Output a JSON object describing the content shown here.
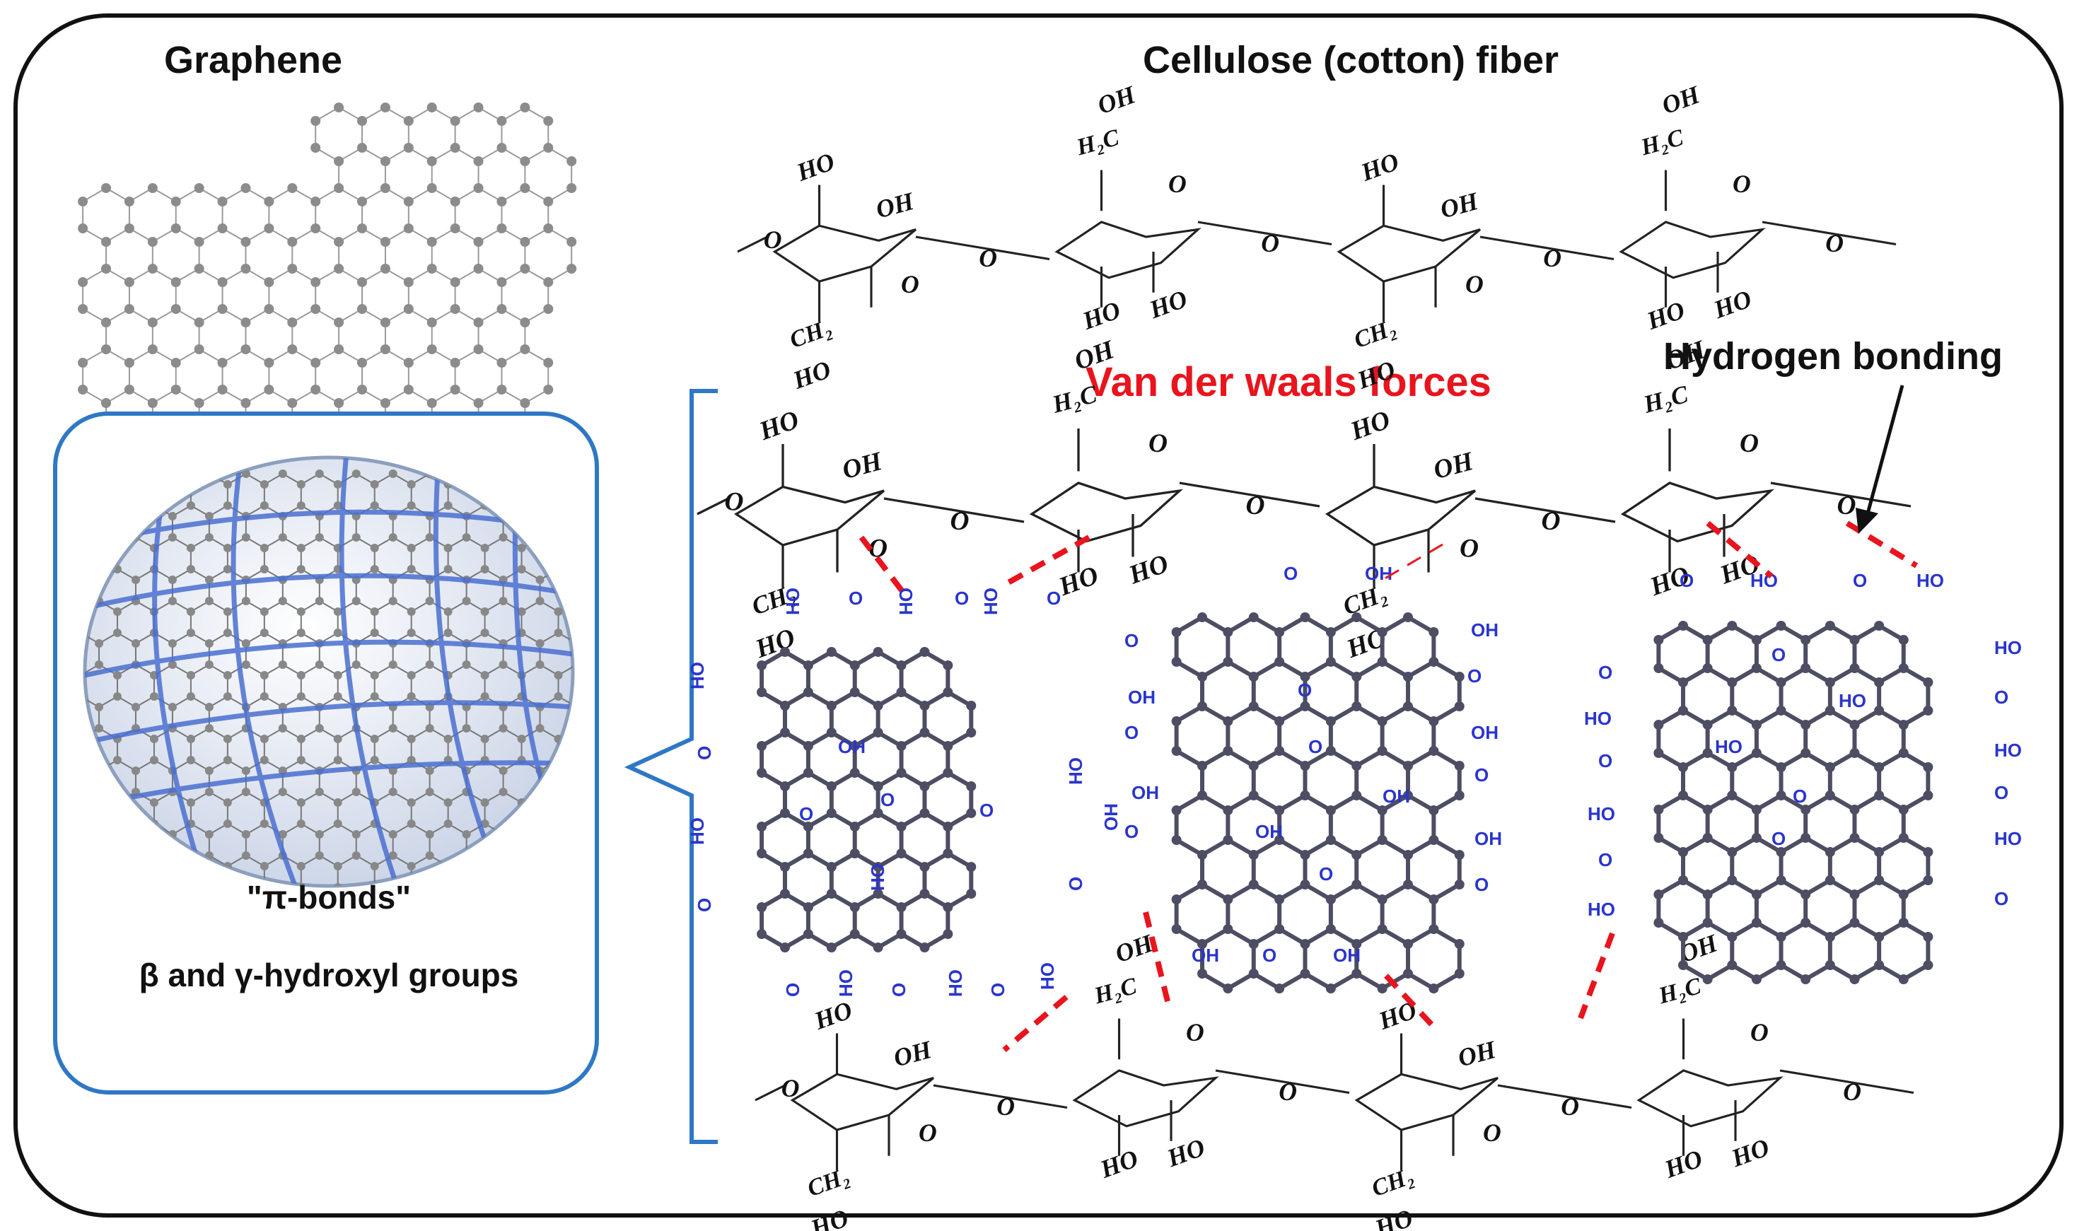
{
  "labels": {
    "graphene": "Graphene",
    "cellulose": "Cellulose (cotton) fiber",
    "vdw": "Van der waals forces",
    "hbond": "Hydrogen bonding",
    "pi_bonds": "\"π-bonds\"",
    "hydroxyl": "β and γ-hydroxyl groups"
  },
  "chem_labels": {
    "ho": "HO",
    "oh": "OH",
    "o": "O",
    "h2c": "H₂C",
    "ch2": "CH₂"
  },
  "colors": {
    "frame": "#111111",
    "inset_border": "#2e78c4",
    "grid_lines": "#4a6fd0",
    "sphere_fill": "#dde4ef",
    "bracket": "#2e78c4",
    "vdw_text": "#e8141e",
    "hbond_dash": "#e8141e",
    "functional_group_text": "#2a35cc",
    "graphene_atoms": "#4d4d63",
    "background": "#ffffff"
  }
}
